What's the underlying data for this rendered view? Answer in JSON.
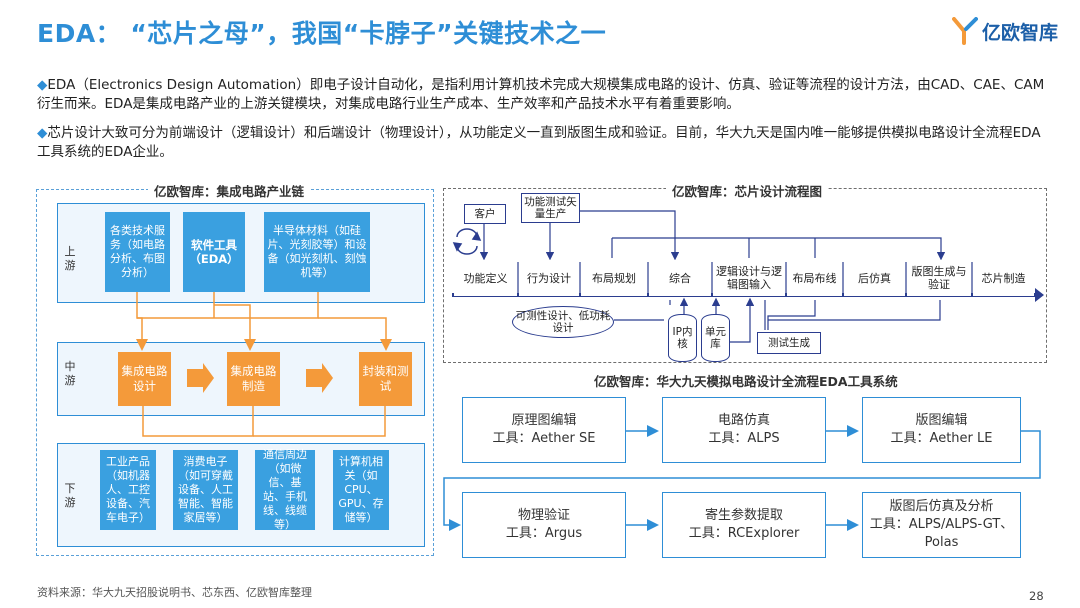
{
  "title": "EDA：  “芯片之母”，我国“卡脖子”关键技术之一",
  "logo": {
    "text": "亿欧智库"
  },
  "para1": "EDA（Electronics Design Automation）即电子设计自动化，是指利用计算机技术完成大规模集成电路的设计、仿真、验证等流程的设计方法，由CAD、CAE、CAM衍生而来。EDA是集成电路产业的上游关键模块，对集成电路行业生产成本、生产效率和产品技术水平有着重要影响。",
  "para2": "芯片设计大致可分为前端设计（逻辑设计）和后端设计（物理设计），从功能定义一直到版图生成和验证。目前，华大九天是国内唯一能够提供模拟电路设计全流程EDA工具系统的EDA企业。",
  "bullet": "◆",
  "chain": {
    "title": "亿欧智库：集成电路产业链",
    "upstream_label": "上游",
    "mid_label": "中游",
    "down_label": "下游",
    "upstream": [
      "各类技术服务（如电路分析、布图分析）",
      "软件工具（EDA）",
      "半导体材料（如硅片、光刻胶等）和设备（如光刻机、刻蚀机等）"
    ],
    "midstream": [
      "集成电路设计",
      "集成电路制造",
      "封装和测试"
    ],
    "downstream": [
      "工业产品（如机器人、工控设备、汽车电子）",
      "消费电子（如可穿戴设备、人工智能、智能家居等）",
      "通信周边（如微信、基站、手机线、线缆等）",
      "计算机相关（如CPU、GPU、存储等）"
    ]
  },
  "flow": {
    "title": "亿欧智库：芯片设计流程图",
    "steps": [
      "功能定义",
      "行为设计",
      "布局规划",
      "综合",
      "逻辑设计与逻辑图输入",
      "布局布线",
      "后仿真",
      "版图生成与验证",
      "芯片制造"
    ],
    "customer": "客户",
    "func_test": "功能测试矢量生产",
    "testability": "可测性设计、低功耗设计",
    "ip_lib": "IP内核",
    "cell_lib": "单元库",
    "test_gen": "测试生成"
  },
  "tools": {
    "title": "亿欧智库：华大九天模拟电路设计全流程EDA工具系统",
    "items": [
      {
        "name": "原理图编辑",
        "tool": "工具：Aether SE"
      },
      {
        "name": "电路仿真",
        "tool": "工具：ALPS"
      },
      {
        "name": "版图编辑",
        "tool": "工具：Aether LE"
      },
      {
        "name": "物理验证",
        "tool": "工具：Argus"
      },
      {
        "name": "寄生参数提取",
        "tool": "工具：RCExplorer"
      },
      {
        "name": "版图后仿真及分析",
        "tool": "工具：ALPS/ALPS-GT、Polas"
      }
    ]
  },
  "source": "资料来源：华大九天招股说明书、芯东西、亿欧智库整理",
  "page": "28",
  "colors": {
    "accent": "#2e8ed6",
    "orange": "#f49a3a",
    "box_blue": "#3aa0e0",
    "flow_navy": "#2b3d8f"
  }
}
